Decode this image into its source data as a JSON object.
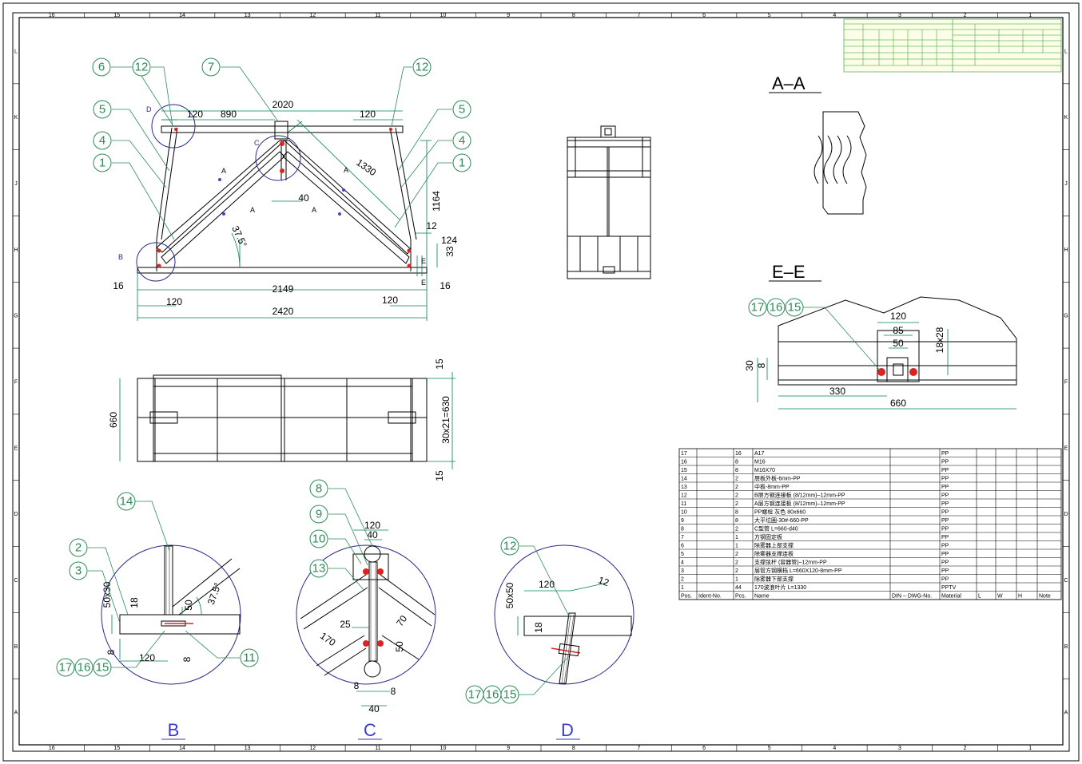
{
  "grid": {
    "top": [
      "16",
      "15",
      "14",
      "13",
      "12",
      "11",
      "10",
      "9",
      "8",
      "7",
      "6",
      "5",
      "4",
      "3",
      "2",
      "1"
    ],
    "side": [
      "L",
      "K",
      "J",
      "H",
      "G",
      "F",
      "E",
      "D",
      "C",
      "B",
      "A"
    ]
  },
  "views": {
    "b": "B",
    "c": "C",
    "d": "D",
    "aa": "A–A",
    "ee": "E–E",
    "center_b": "B",
    "center_c": "C",
    "center_d": "D"
  },
  "dims": {
    "d2020": "2020",
    "d890": "890",
    "d120a": "120",
    "d120b": "120",
    "d1330": "1330",
    "d40": "40",
    "d1164": "1164",
    "d12": "12",
    "d124": "124",
    "d33": "33",
    "d375": "37.5°",
    "d2149": "2149",
    "d16a": "16",
    "d16b": "16",
    "d120c": "120",
    "d120d": "120",
    "d2420": "2420",
    "d660": "660",
    "d15a": "15",
    "d15b": "15",
    "d630": "30x21=630",
    "ee120": "120",
    "ee85": "85",
    "ee50": "50",
    "ee1828": "18x28",
    "ee30": "30",
    "ee8": "8",
    "ee330": "330",
    "ee660": "660",
    "b5030": "50x30",
    "b18": "18",
    "b8a": "8",
    "b120": "120",
    "b8b": "8",
    "b50": "50",
    "b375": "37.5°",
    "c120": "120",
    "c40a": "40",
    "c25": "25",
    "c70": "70",
    "c170": "170",
    "c50": "50",
    "c8a": "8",
    "c8b": "8",
    "c40b": "40",
    "d120": "120",
    "d5050": "50x50",
    "d18": "18",
    "d12b": "12",
    "secA1": "A",
    "secA2": "A",
    "secA3": "A",
    "secA4": "A",
    "secE1": "E",
    "secE2": "E"
  },
  "balloons": {
    "n1a": "1",
    "n4a": "4",
    "n5a": "5",
    "n6": "6",
    "n12a": "12",
    "n7": "7",
    "n12b": "12",
    "n5b": "5",
    "n4b": "4",
    "n1b": "1",
    "n17a": "17",
    "n16a": "16",
    "n15a": "15",
    "n14": "14",
    "n2": "2",
    "n3": "3",
    "n17b": "17",
    "n16b": "16",
    "n15b": "15",
    "n11": "11",
    "n8": "8",
    "n9": "9",
    "n10": "10",
    "n13": "13",
    "n12c": "12",
    "n17c": "17",
    "n16c": "16",
    "n15c": "15"
  },
  "bom": {
    "headers": [
      "Pos.",
      "Ident-No.",
      "Pcs.",
      "Name",
      "DIN – DWG-No.",
      "Material",
      "L",
      "W",
      "H",
      "Note"
    ],
    "rows": [
      {
        "pos": "17",
        "pcs": "16",
        "name": "A17",
        "mat": "PP"
      },
      {
        "pos": "16",
        "pcs": "8",
        "name": "M16",
        "mat": "PP"
      },
      {
        "pos": "15",
        "pcs": "8",
        "name": "M16X70",
        "mat": "PP"
      },
      {
        "pos": "14",
        "pcs": "2",
        "name": "层板外板-6mm-PP",
        "mat": "PP"
      },
      {
        "pos": "13",
        "pcs": "2",
        "name": "中板-8mm-PP",
        "mat": "PP"
      },
      {
        "pos": "12",
        "pcs": "2",
        "name": "B层方钢连接板 (8/12mm)–12mm-PP",
        "mat": "PP"
      },
      {
        "pos": "11",
        "pcs": "2",
        "name": "A层方钢连接板 (8/12mm)–12mm-PP",
        "mat": "PP"
      },
      {
        "pos": "10",
        "pcs": "8",
        "name": "PP螺栓 灰色 80x660",
        "mat": "PP"
      },
      {
        "pos": "9",
        "pcs": "8",
        "name": "大平垃圈-30#-660-PP",
        "mat": "PP"
      },
      {
        "pos": "8",
        "pcs": "2",
        "name": "C型管 L=660-d40",
        "mat": "PP"
      },
      {
        "pos": "7",
        "pcs": "1",
        "name": "方钢固定板",
        "mat": "PP"
      },
      {
        "pos": "6",
        "pcs": "1",
        "name": "除雾器上部支撑",
        "mat": "PP"
      },
      {
        "pos": "5",
        "pcs": "2",
        "name": "除雾器支撑连板",
        "mat": "PP"
      },
      {
        "pos": "4",
        "pcs": "2",
        "name": "支撑弦杆 (容器管)–12mm-PP",
        "mat": "PP"
      },
      {
        "pos": "3",
        "pcs": "2",
        "name": "层管方钢横档 L=660X120-8mm-PP",
        "mat": "PP"
      },
      {
        "pos": "2",
        "pcs": "1",
        "name": "除雾器下部支撑",
        "mat": "PP"
      },
      {
        "pos": "1",
        "pcs": "44",
        "name": "170波浪叶片 L=1330",
        "mat": "PPTV"
      }
    ]
  },
  "colors": {
    "accent": "#2e8b57",
    "detail": "#2a2a8a",
    "label": "#3a3acc",
    "highlight_red": "#dd2222"
  }
}
